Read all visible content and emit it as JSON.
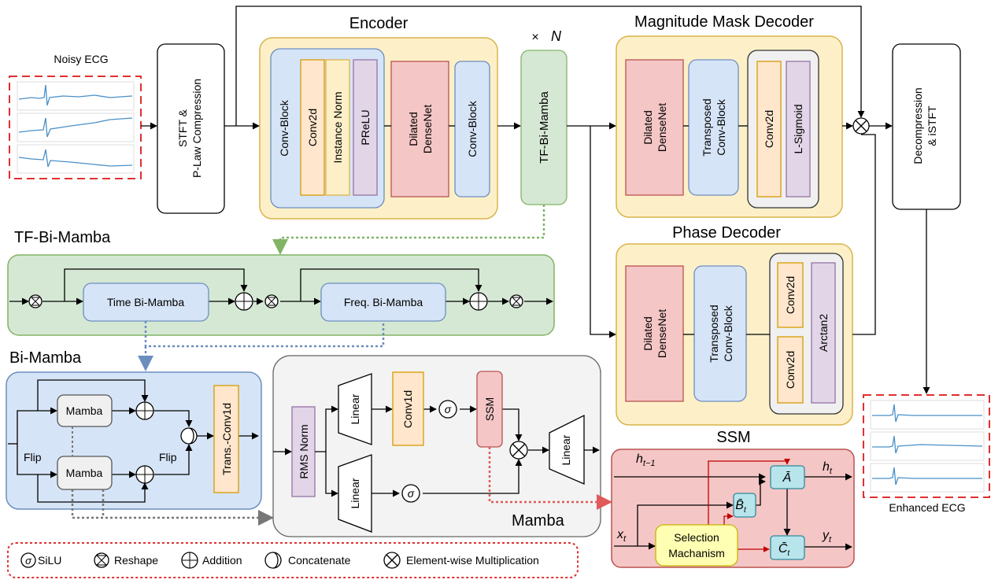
{
  "inputs": {
    "noisy_ecg": "Noisy ECG",
    "enhanced_ecg": "Enhanced ECG"
  },
  "stft": {
    "line1": "STFT &",
    "line2": "P-Law Compression"
  },
  "encoder": {
    "title": "Encoder",
    "conv_block": "Conv-Block",
    "conv2d": "Conv2d",
    "instance_norm": "Instance Norm",
    "prelu": "PReLU",
    "dilated_line1": "Dilated",
    "dilated_line2": "DenseNet",
    "conv_block2": "Conv-Block"
  },
  "repeat": {
    "times": "×",
    "n": "N"
  },
  "tf_bi_mamba_block": "TF-Bi-Mamba",
  "magnitude_decoder": {
    "title": "Magnitude Mask Decoder",
    "dilated_line1": "Dilated",
    "dilated_line2": "DenseNet",
    "transposed_line1": "Transposed",
    "transposed_line2": "Conv-Block",
    "conv2d": "Conv2d",
    "lsigmoid": "L-Sigmoid"
  },
  "phase_decoder": {
    "title": "Phase Decoder",
    "dilated_line1": "Dilated",
    "dilated_line2": "DenseNet",
    "transposed_line1": "Transposed",
    "transposed_line2": "Conv-Block",
    "conv2d_top": "Conv2d",
    "conv2d_bottom": "Conv2d",
    "arctan": "Arctan2"
  },
  "decompression": {
    "line1": "Decompression",
    "line2": "& iSTFT"
  },
  "tf_section": {
    "title": "TF-Bi-Mamba",
    "time": "Time Bi-Mamba",
    "freq": "Freq. Bi-Mamba"
  },
  "bi_mamba": {
    "title": "Bi-Mamba",
    "mamba_top": "Mamba",
    "mamba_bottom": "Mamba",
    "flip_left": "Flip",
    "flip_right": "Flip",
    "trans_conv": "Trans.-Conv1d"
  },
  "mamba": {
    "title": "Mamba",
    "rms_norm": "RMS Norm",
    "linear_top": "Linear",
    "linear_bottom": "Linear",
    "conv1d": "Conv1d",
    "ssm": "SSM",
    "linear_out": "Linear"
  },
  "ssm": {
    "title": "SSM",
    "h_prev": "h",
    "h_prev_sub": "t−1",
    "h_t": "h",
    "h_t_sub": "t",
    "x_t": "x",
    "x_t_sub": "t",
    "y_t": "y",
    "y_t_sub": "t",
    "a_bar": "Ā",
    "b_bar": "B̄",
    "b_sub": "t",
    "c_bar": "C̄",
    "c_sub": "t",
    "selection_line1": "Selection",
    "selection_line2": "Machanism"
  },
  "legend": {
    "silu": "SiLU",
    "reshape": "Reshape",
    "addition": "Addition",
    "concatenate": "Concatenate",
    "multiply": "Element-wise Multiplication"
  },
  "symbols": {
    "sigma": "σ"
  },
  "colors": {
    "yellow_fill": "#FDF0C8",
    "yellow_stroke": "#D9B44A",
    "blue_fill": "#D6E4F7",
    "blue_stroke": "#6C8EBF",
    "red_fill": "#F5C6C6",
    "red_stroke": "#B85450",
    "purple_fill": "#E1D5E7",
    "purple_stroke": "#9673A6",
    "orange_fill": "#FFE6CC",
    "orange_stroke": "#D79B00",
    "green_fill": "#D5E8D4",
    "green_stroke": "#82B366",
    "gray_fill": "#F5F5F5",
    "ecg_line": "#4A90C8",
    "dashed_red": "#E03030"
  }
}
